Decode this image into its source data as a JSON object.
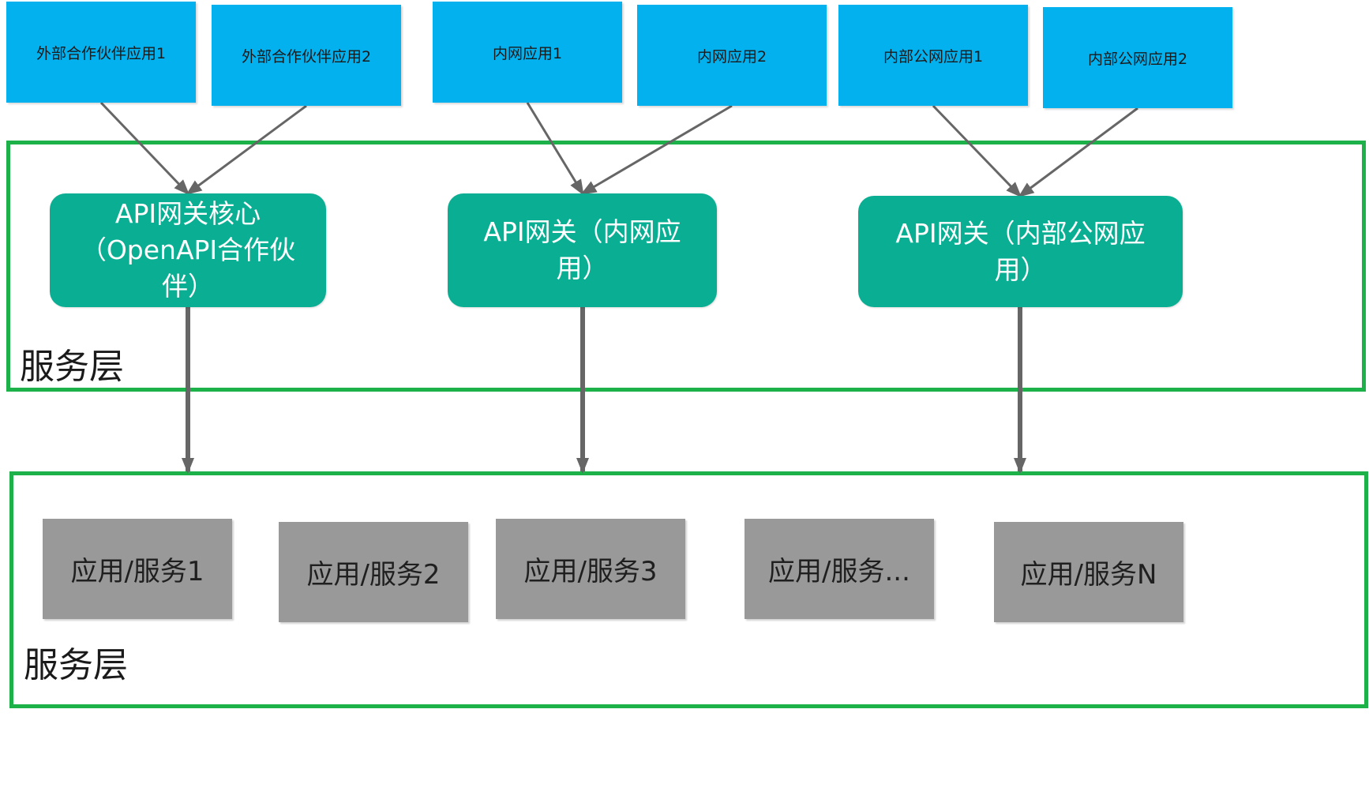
{
  "clients": [
    "外部合作伙伴应用1",
    "外部合作伙伴应用2",
    "内网应用1",
    "内网应用2",
    "内部公网应用1",
    "内部公网应用2"
  ],
  "gateways": [
    "API网关核心（OpenAPI合作伙伴）",
    "API网关（内网应用）",
    "API网关（内部公网应用）"
  ],
  "gateway_layer": {
    "label": "服务层"
  },
  "services": [
    "应用/服务1",
    "应用/服务2",
    "应用/服务3",
    "应用/服务...",
    "应用/服务N"
  ],
  "service_layer": {
    "label": "服务层"
  },
  "colors": {
    "client": "#03b1ef",
    "gateway": "#0aaf93",
    "service": "#999999",
    "layer_border": "#1db14a",
    "arrow": "#666666"
  }
}
